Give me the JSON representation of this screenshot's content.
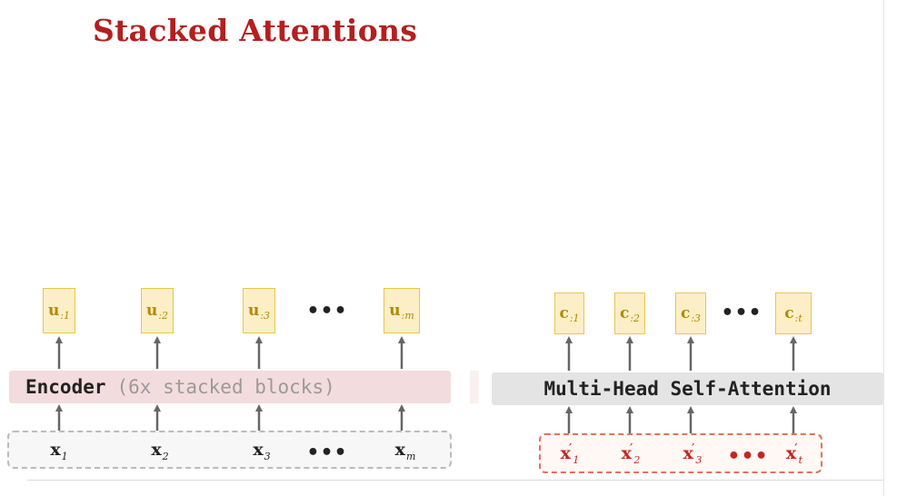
{
  "title": "Stacked Attentions",
  "encoder": {
    "label": "Encoder",
    "detail": "(6x stacked blocks)",
    "outputs": [
      {
        "base": "u",
        "sub": ":1"
      },
      {
        "base": "u",
        "sub": ":2"
      },
      {
        "base": "u",
        "sub": ":3"
      },
      {
        "base": "u",
        "sub": ":m"
      }
    ],
    "inputs": [
      {
        "base": "x",
        "sub": "1"
      },
      {
        "base": "x",
        "sub": "2"
      },
      {
        "base": "x",
        "sub": "3"
      },
      {
        "base": "x",
        "sub": "m"
      }
    ],
    "ellipsis": "•••"
  },
  "attention": {
    "label": "Multi-Head Self-Attention",
    "outputs": [
      {
        "base": "c",
        "sub": ":1"
      },
      {
        "base": "c",
        "sub": ":2"
      },
      {
        "base": "c",
        "sub": ":3"
      },
      {
        "base": "c",
        "sub": ":t"
      }
    ],
    "inputs": [
      {
        "base": "x",
        "prime": "′",
        "sub": "1"
      },
      {
        "base": "x",
        "prime": "′",
        "sub": "2"
      },
      {
        "base": "x",
        "prime": "′",
        "sub": "3"
      },
      {
        "base": "x",
        "prime": "′",
        "sub": "t"
      }
    ],
    "ellipsis": "•••"
  },
  "colors": {
    "title": "#b41f1f",
    "output_fill": "#fcefc7",
    "output_border": "#e7c64a",
    "encoder_bar": "#f3dcdd",
    "attention_bar": "#e4e4e4",
    "arrow": "#666666",
    "decoder_input_accent": "#c4261f"
  }
}
